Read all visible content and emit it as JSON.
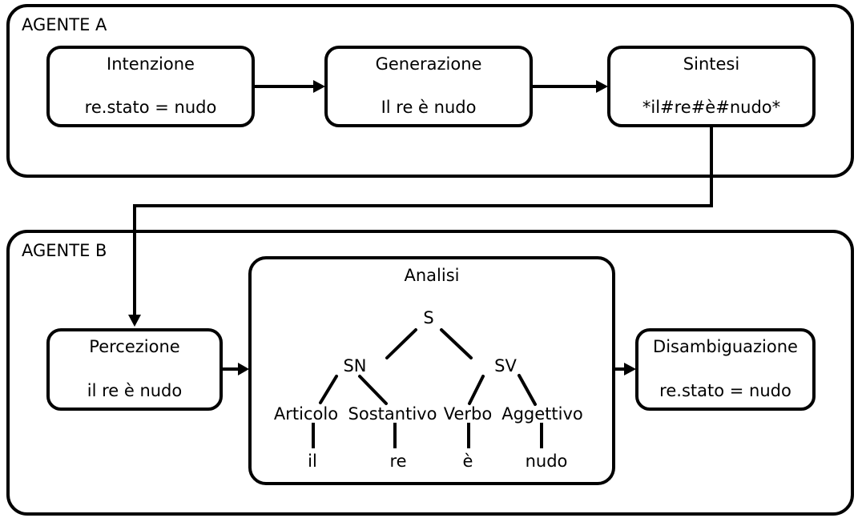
{
  "agent_a": {
    "label": "AGENTE A",
    "intenzione": {
      "title": "Intenzione",
      "value": "re.stato = nudo"
    },
    "generazione": {
      "title": "Generazione",
      "value": "Il re è nudo"
    },
    "sintesi": {
      "title": "Sintesi",
      "value": "*il#re#è#nudo*"
    }
  },
  "agent_b": {
    "label": "AGENTE B",
    "percezione": {
      "title": "Percezione",
      "value": "il re è nudo"
    },
    "analisi": {
      "title": "Analisi",
      "tree": {
        "s": "S",
        "sn": "SN",
        "sv": "SV",
        "articolo": "Articolo",
        "sostantivo": "Sostantivo",
        "verbo": "Verbo",
        "aggettivo": "Aggettivo",
        "word_il": "il",
        "word_re": "re",
        "word_e": "è",
        "word_nudo": "nudo"
      }
    },
    "disambiguazione": {
      "title": "Disambiguazione",
      "value": "re.stato = nudo"
    }
  },
  "colors": {
    "stroke": "#000000",
    "background": "#ffffff",
    "text": "#000000"
  }
}
